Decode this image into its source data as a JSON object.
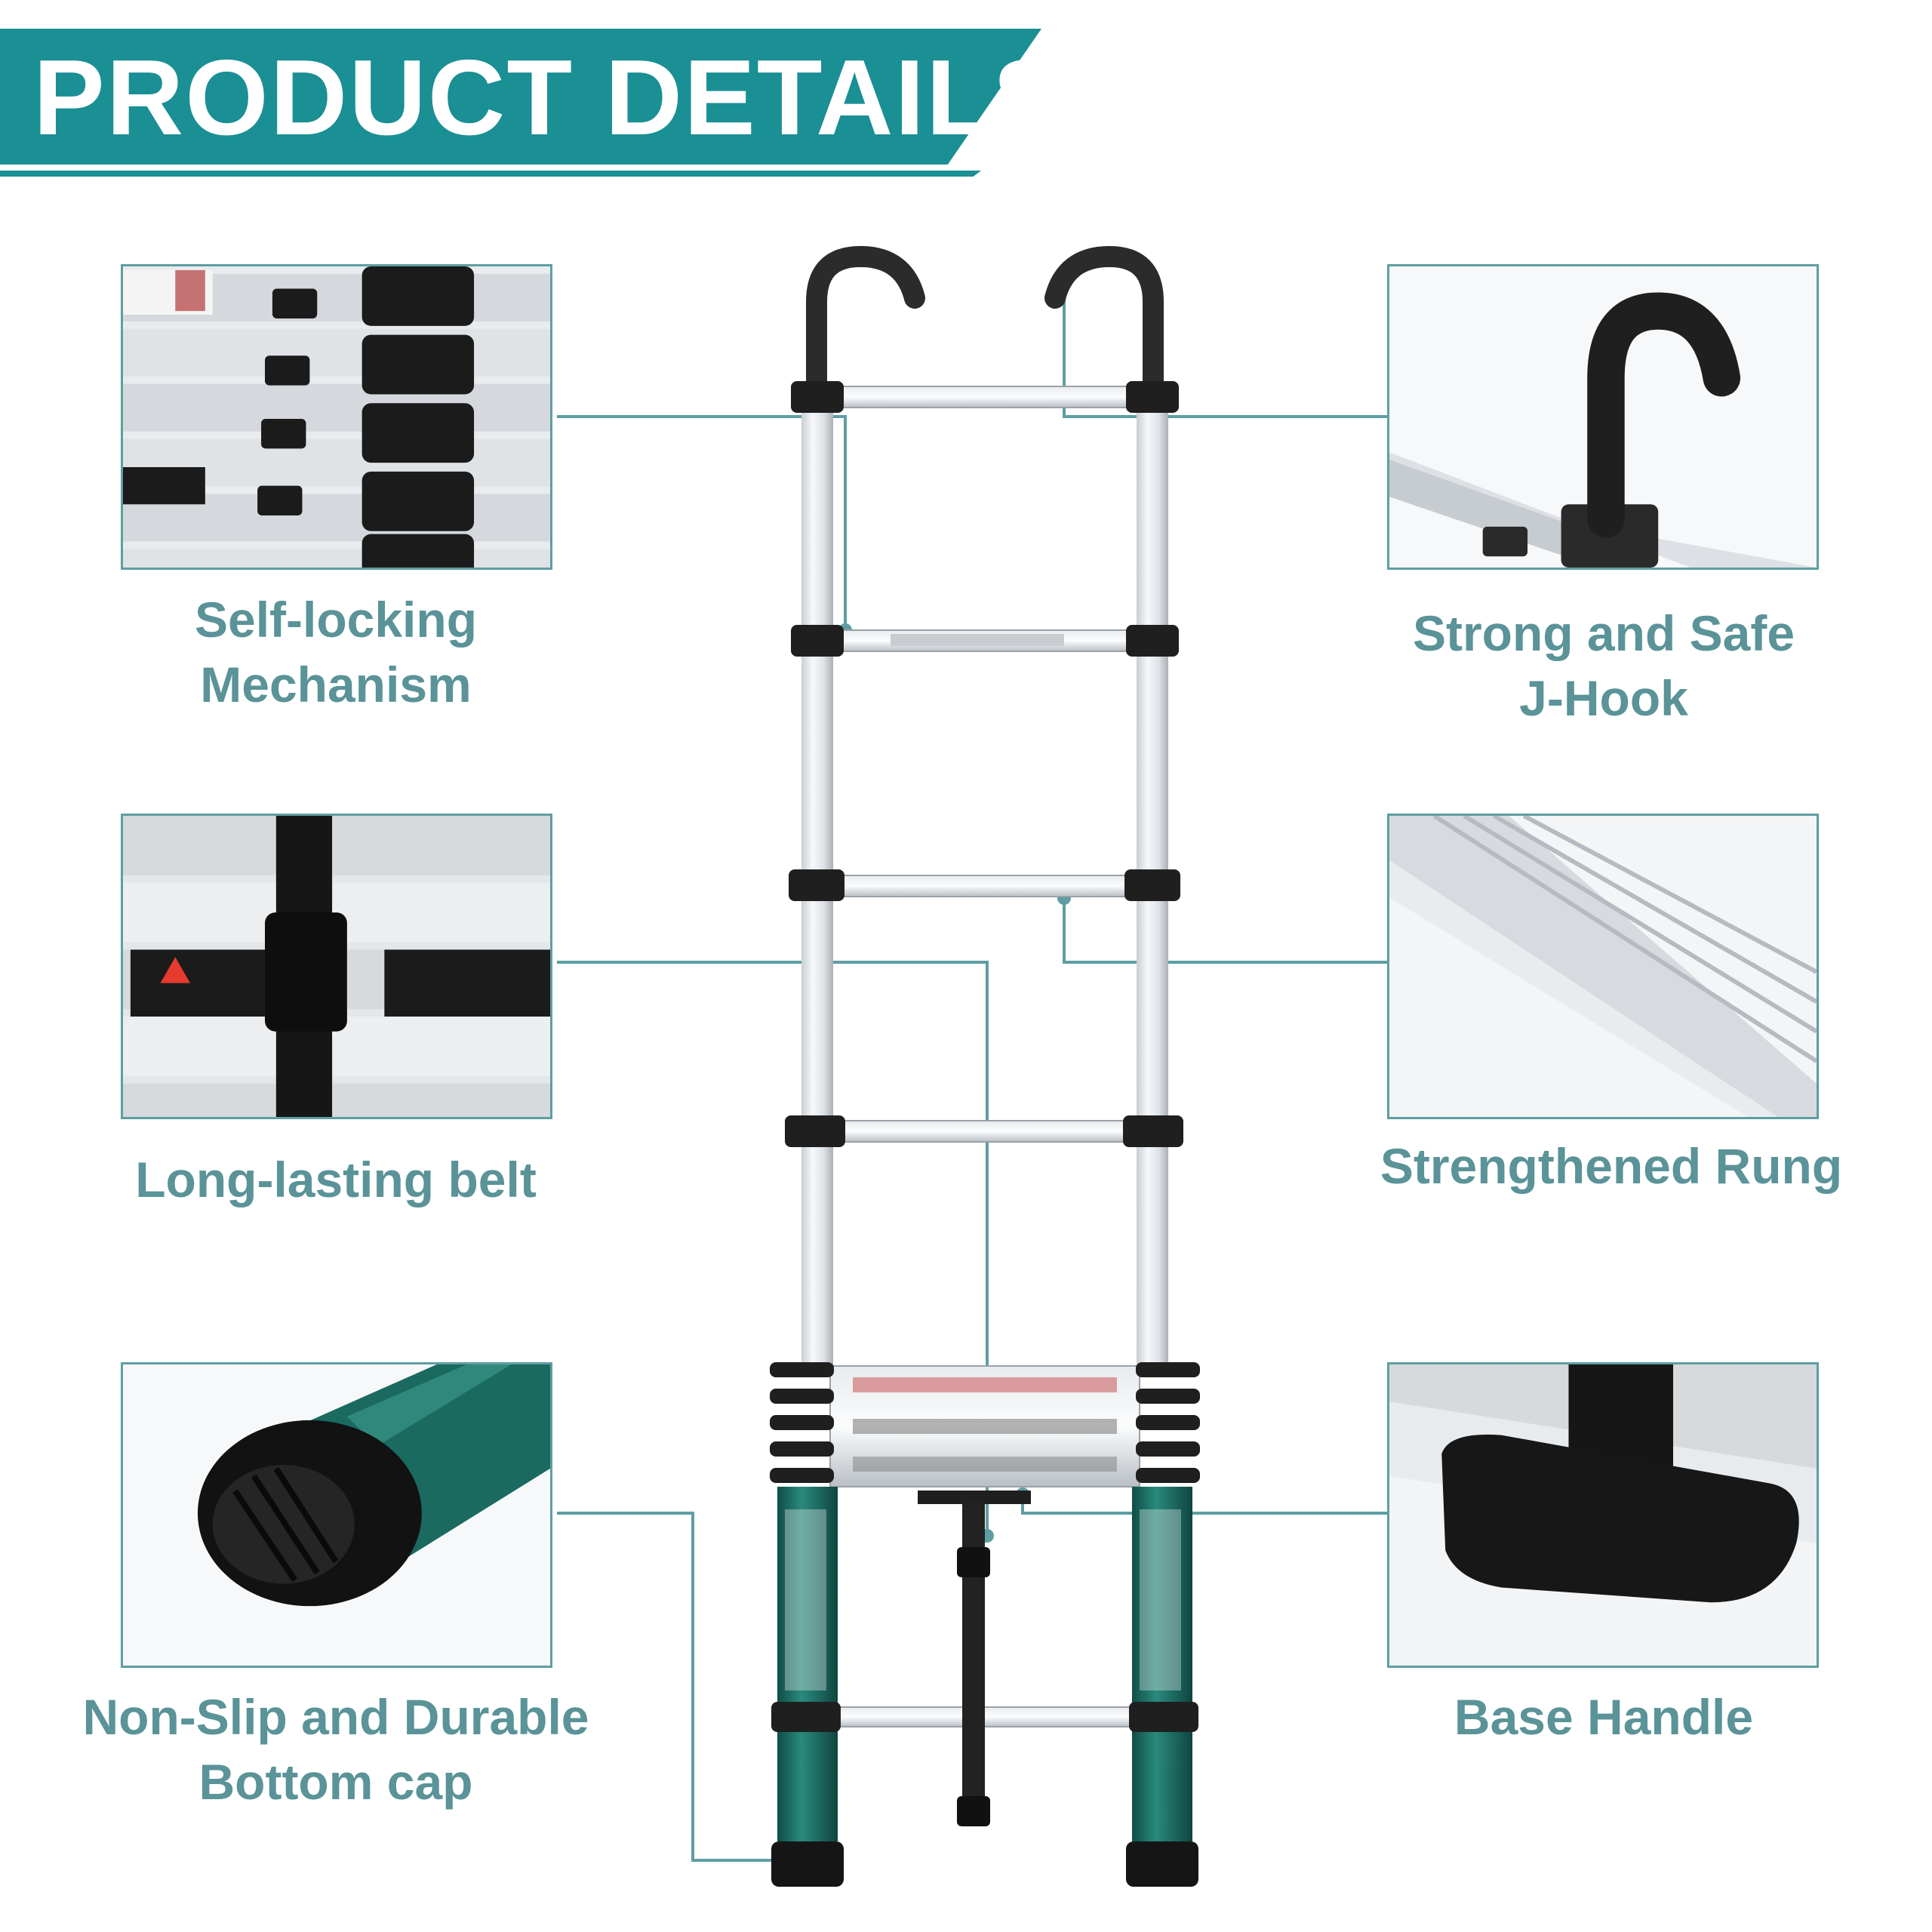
{
  "header": {
    "title": "PRODUCT DETAILS"
  },
  "features": {
    "self_locking": {
      "line1": "Self-locking",
      "line2": "Mechanism"
    },
    "j_hook": {
      "line1": "Strong and Safe",
      "line2": "J-Hook"
    },
    "belt": {
      "line1": "Long-lasting belt"
    },
    "rung": {
      "line1": "Strengthened Rung"
    },
    "bottom_cap": {
      "line1": "Non-Slip and Durable",
      "line2": "Bottom cap"
    },
    "base_handle": {
      "line1": "Base Handle"
    }
  },
  "colors": {
    "accent": "#1a8f94",
    "label_text": "#5a9398",
    "panel_border": "#5e9ea2",
    "ladder_green": "#1f6b62"
  }
}
